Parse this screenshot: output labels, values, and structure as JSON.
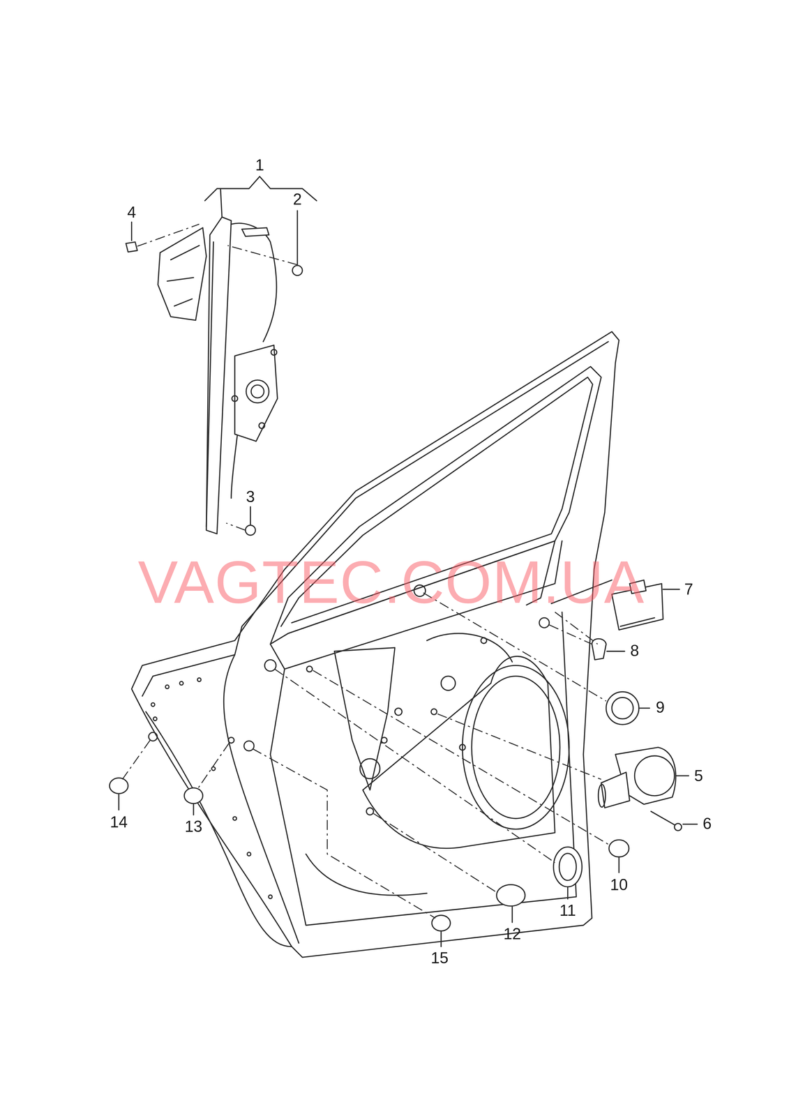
{
  "diagram": {
    "labels": [
      "1",
      "4",
      "2",
      "3",
      "7",
      "8",
      "9",
      "5",
      "6",
      "14",
      "13",
      "10",
      "11",
      "12",
      "15",
      "VAGTEC.COM.UA"
    ]
  }
}
